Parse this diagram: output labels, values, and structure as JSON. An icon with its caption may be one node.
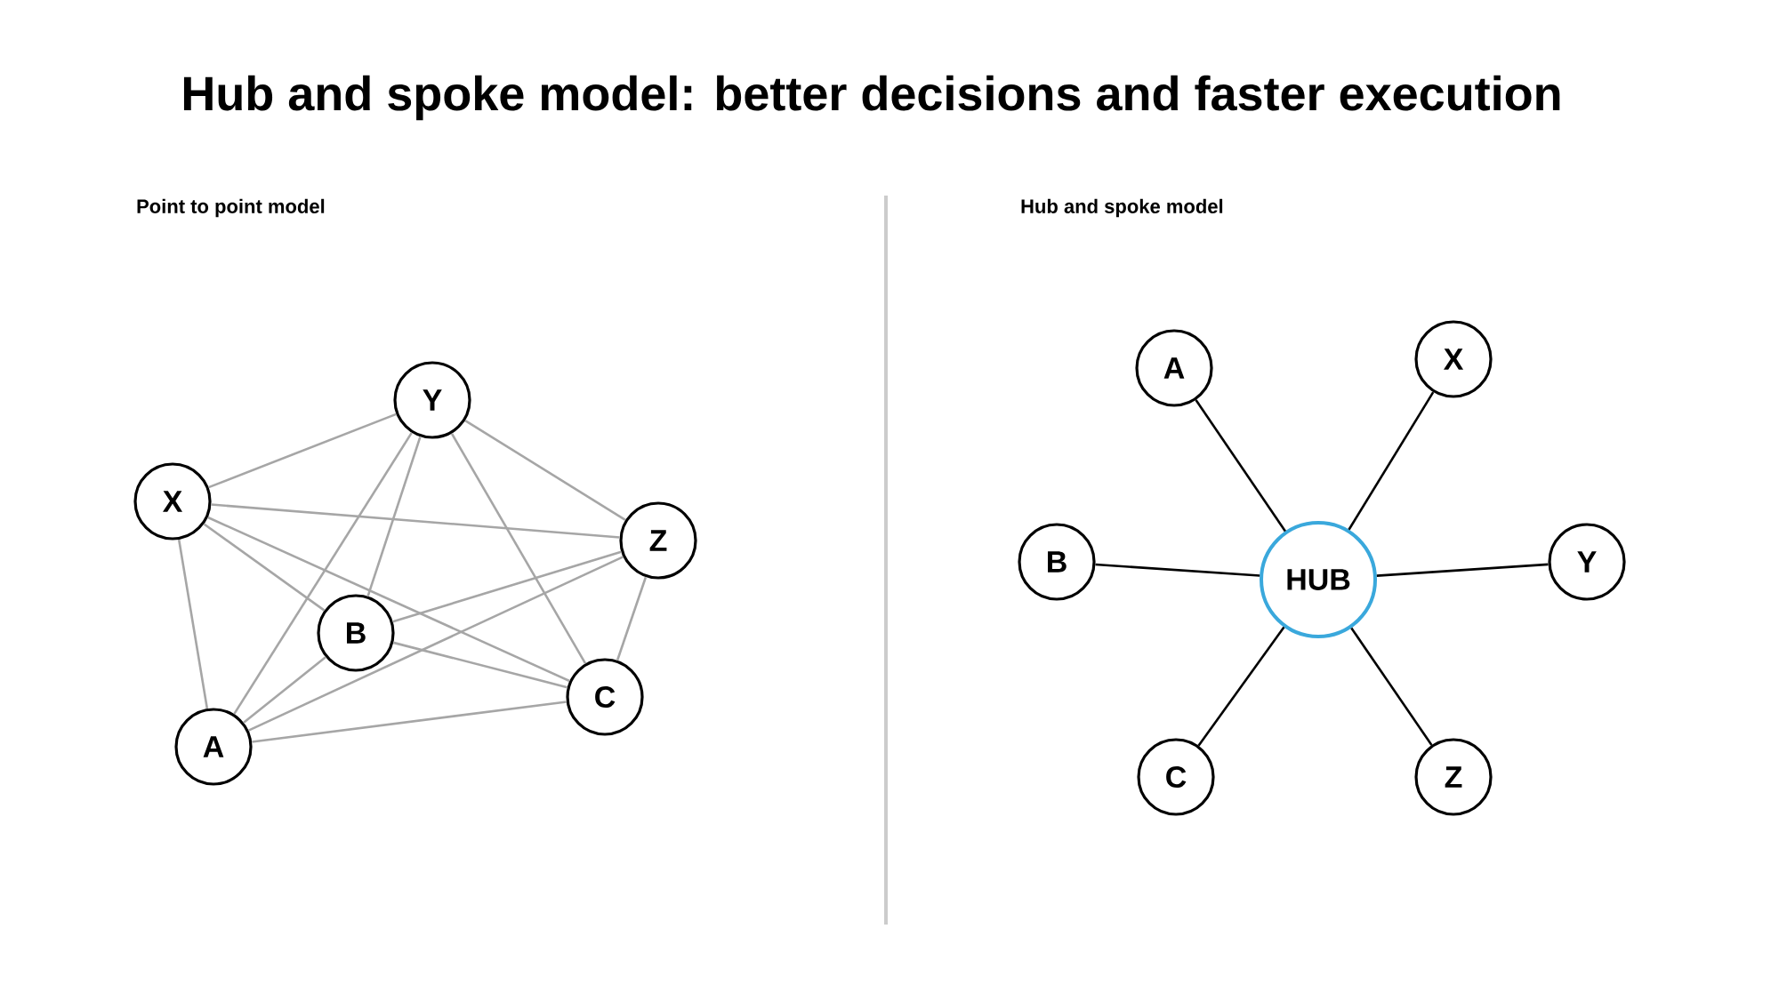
{
  "diagram": {
    "title": "Hub and spoke model: better decisions and faster execution",
    "nodes": [
      {
        "text": [
          "Y"
        ]
      },
      {
        "text": [
          "X"
        ]
      },
      {
        "text": [
          "Z"
        ]
      },
      {
        "text": [
          "B"
        ]
      },
      {
        "text": [
          "C"
        ]
      },
      {
        "text": [
          "A"
        ]
      },
      {
        "text": [
          "A"
        ]
      },
      {
        "text": [
          "X"
        ]
      },
      {
        "text": [
          "B"
        ]
      },
      {
        "text": [
          "HUB"
        ]
      },
      {
        "text": [
          "Y"
        ]
      },
      {
        "text": [
          "C"
        ]
      },
      {
        "text": [
          "Z"
        ]
      }
    ],
    "edges": [
      {
        "from": 1,
        "to": 0,
        "arrow": "none"
      },
      {
        "from": 1,
        "to": 2,
        "arrow": "none"
      },
      {
        "from": 1,
        "to": 3,
        "arrow": "none"
      },
      {
        "from": 1,
        "to": 4,
        "arrow": "none"
      },
      {
        "from": 1,
        "to": 5,
        "arrow": "none"
      },
      {
        "from": 0,
        "to": 5,
        "arrow": "none"
      },
      {
        "from": 0,
        "to": 3,
        "arrow": "none"
      },
      {
        "from": 0,
        "to": 4,
        "arrow": "none"
      },
      {
        "from": 0,
        "to": 2,
        "arrow": "none"
      },
      {
        "from": 2,
        "to": 3,
        "arrow": "none"
      },
      {
        "from": 2,
        "to": 5,
        "arrow": "none"
      },
      {
        "from": 2,
        "to": 4,
        "arrow": "none"
      },
      {
        "from": 3,
        "to": 5,
        "arrow": "none"
      },
      {
        "from": 3,
        "to": 4,
        "arrow": "none"
      },
      {
        "from": 5,
        "to": 4,
        "arrow": "none"
      },
      {
        "from": 9,
        "to": 6,
        "arrow": "none",
        "color": "#000000"
      },
      {
        "from": 9,
        "to": 7,
        "arrow": "none",
        "color": "#000000"
      },
      {
        "from": 9,
        "to": 8,
        "arrow": "none",
        "color": "#000000"
      },
      {
        "from": 9,
        "to": 10,
        "arrow": "none",
        "color": "#000000"
      },
      {
        "from": 9,
        "to": 11,
        "arrow": "none",
        "color": "#000000"
      },
      {
        "from": 9,
        "to": 12,
        "arrow": "none",
        "color": "#000000"
      }
    ],
    "labels": [
      "Point to point model",
      "Hub and spoke model"
    ]
  }
}
